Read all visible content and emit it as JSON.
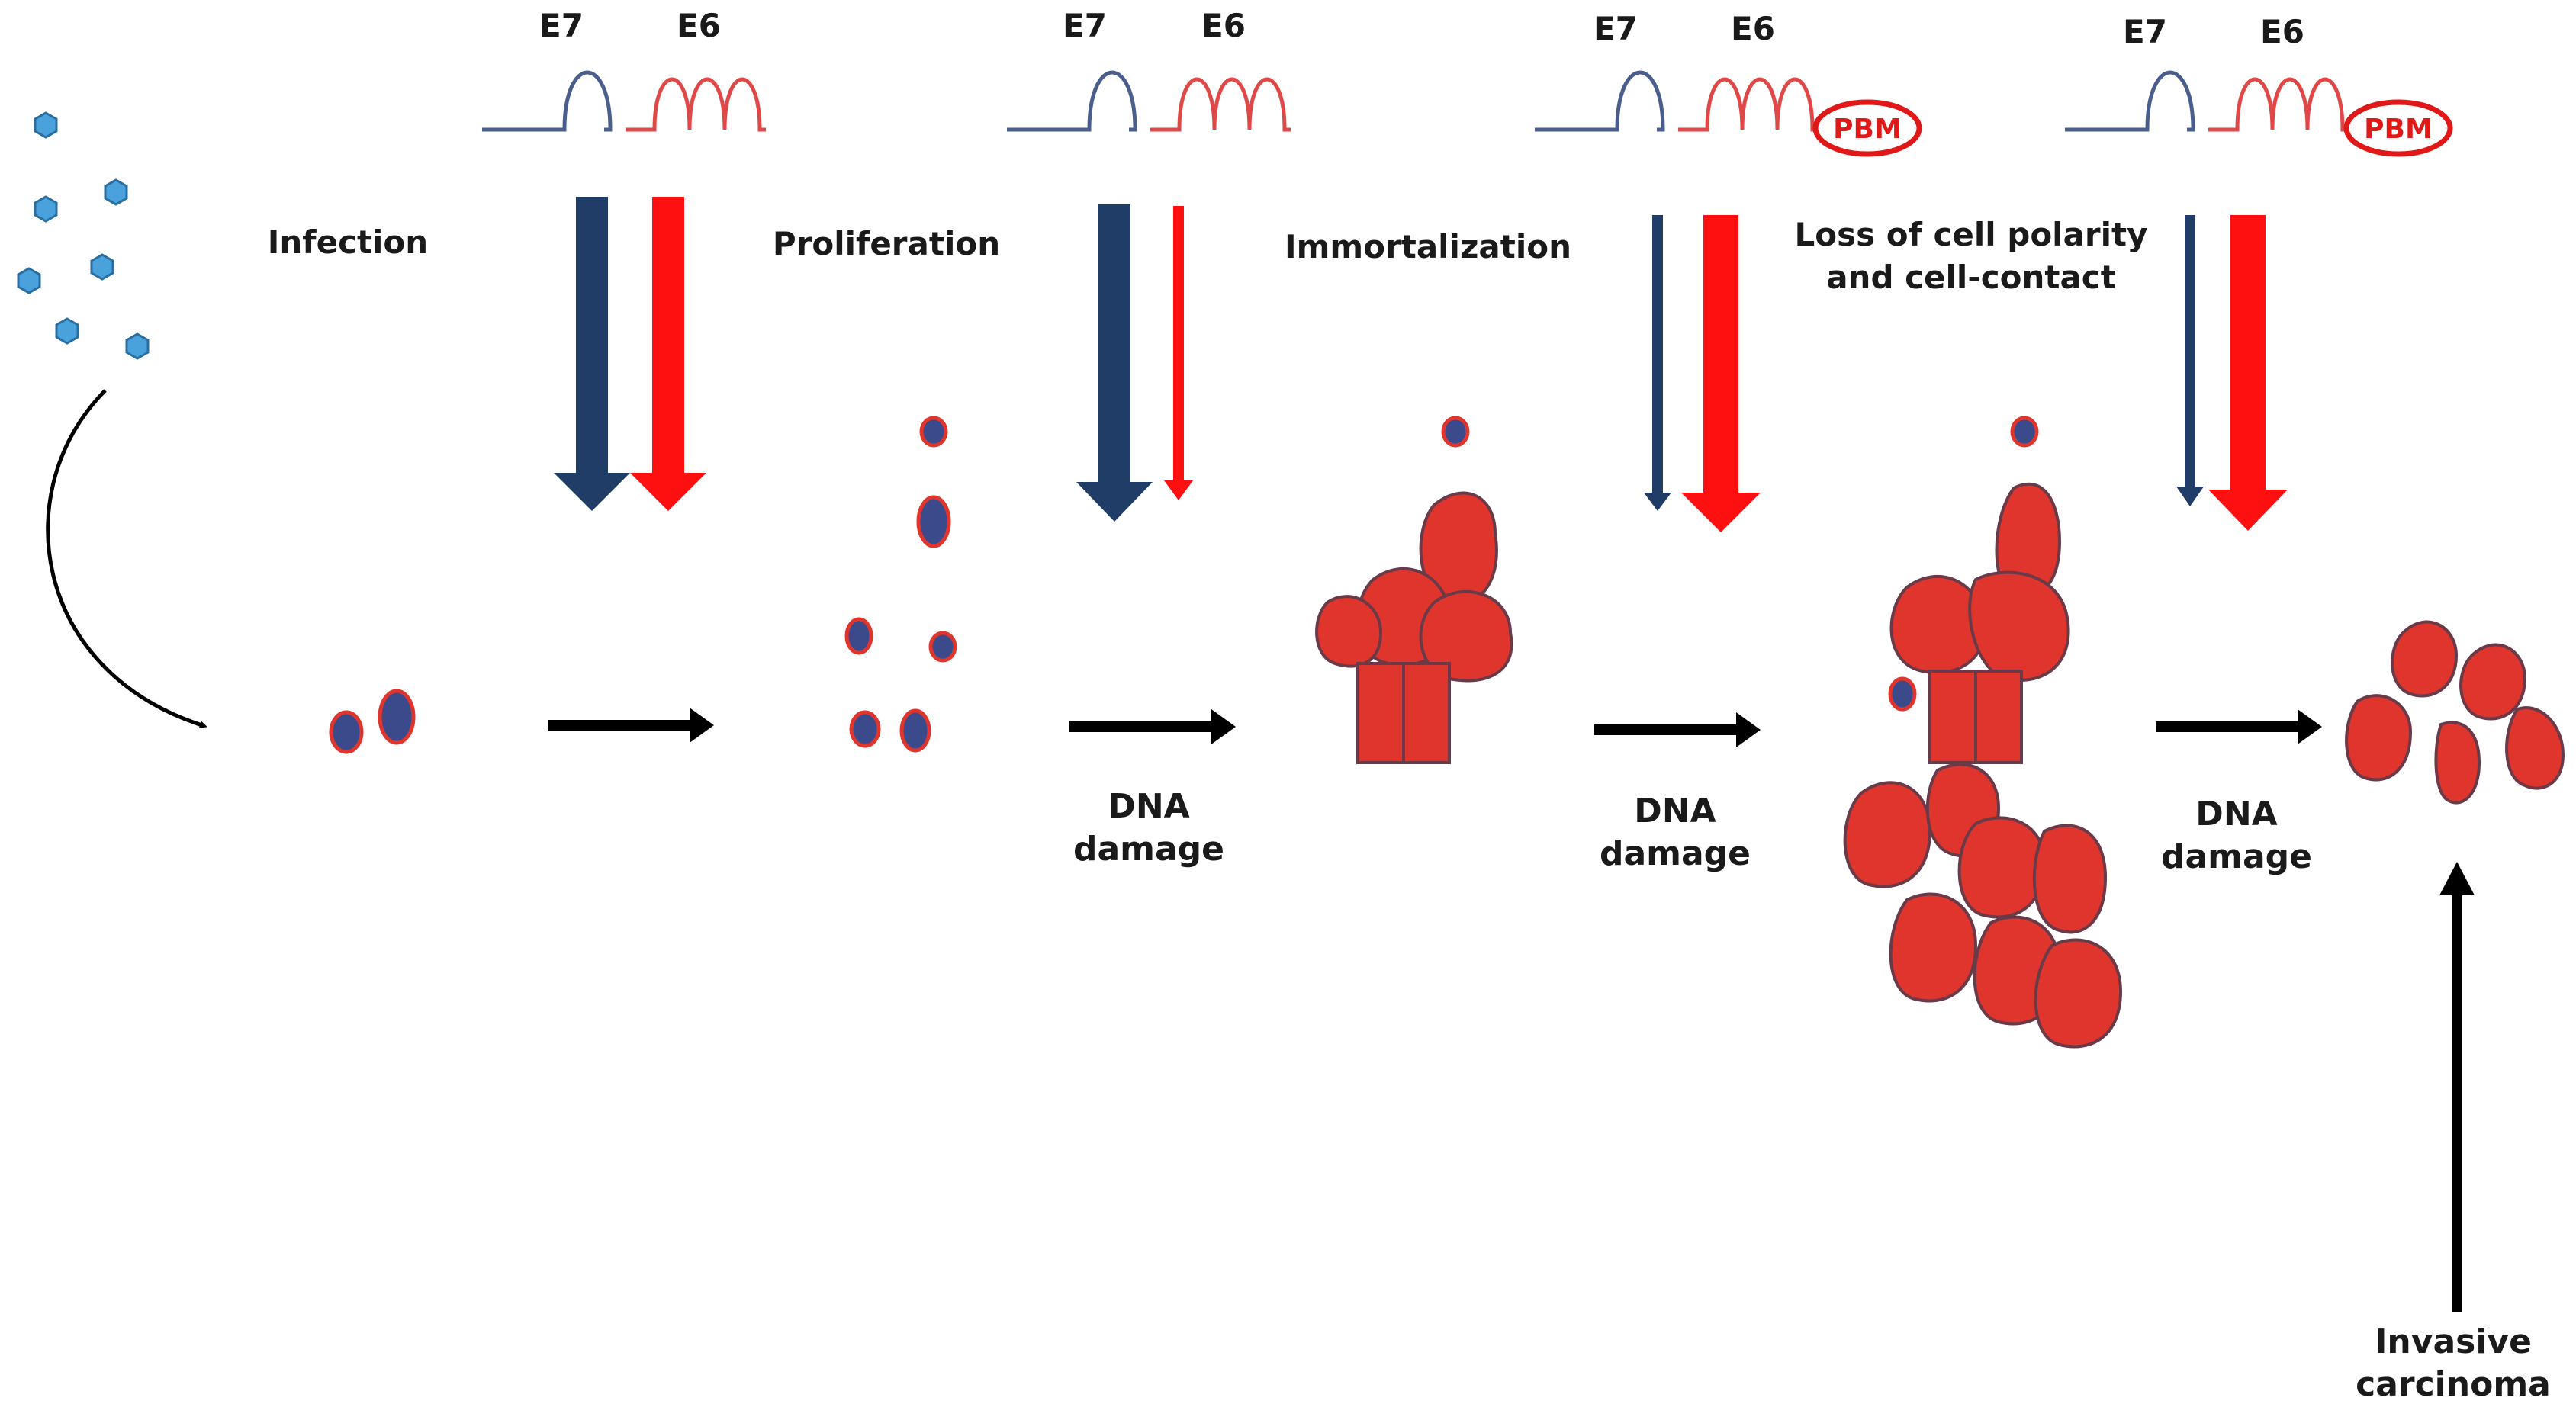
{
  "stages": [
    {
      "id": "infection",
      "label_lines": [
        "Infection"
      ]
    },
    {
      "id": "proliferation",
      "label_lines": [
        "Proliferation"
      ]
    },
    {
      "id": "immortalization",
      "label_lines": [
        "Immortalization"
      ]
    },
    {
      "id": "loss",
      "label_lines": [
        "Loss of cell polarity",
        "and cell-contact"
      ]
    }
  ],
  "genes": {
    "e7": "E7",
    "e6": "E6",
    "pbm": "PBM"
  },
  "dna_damage_lines": [
    "DNA",
    "damage"
  ],
  "invasive_lines": [
    "Invasive",
    "carcinoma"
  ],
  "colors": {
    "e7": "#1f3d66",
    "e6": "#ff1010",
    "cell_fill": "#f6f0dc",
    "basal_fill": "#eee0a0",
    "nucleus": "#9fbde0",
    "tumor": "#e0352c",
    "tumor_nucleus": "#8a4a66",
    "infected_nucleus": "#3a4a8a",
    "virion": "#4aa2dc",
    "membrane": "#6b5660",
    "arrow": "#000000"
  }
}
